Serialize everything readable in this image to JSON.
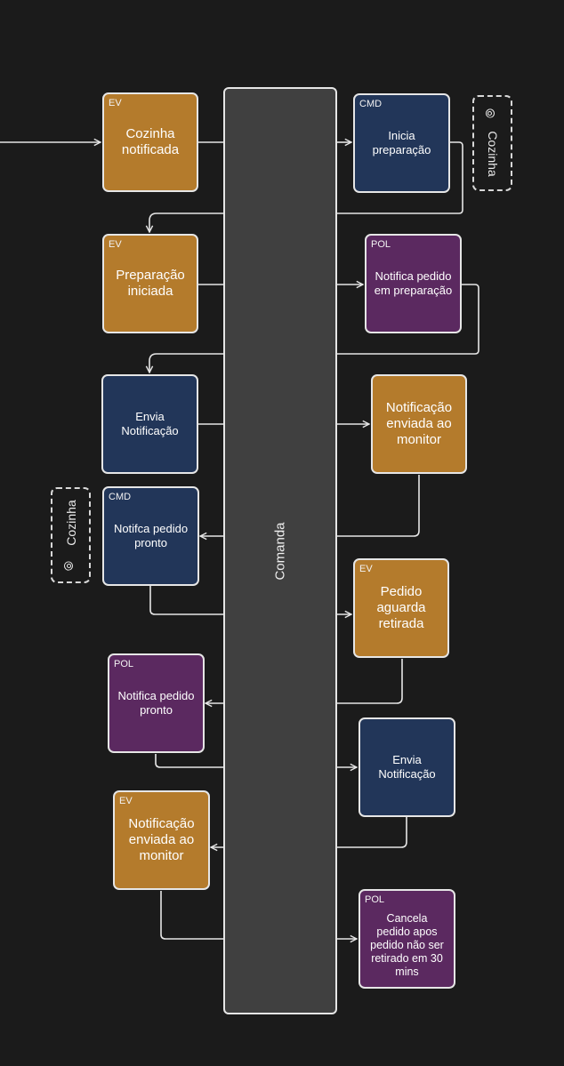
{
  "aggregate": {
    "label": "Comanda"
  },
  "actors": [
    {
      "label": "Cozinha",
      "icon": "person-icon"
    },
    {
      "label": "Cozinha",
      "icon": "person-icon"
    }
  ],
  "cards": [
    {
      "kind": "EV",
      "tag": "EV",
      "text": "Cozinha\nnotificada"
    },
    {
      "kind": "CMD",
      "tag": "CMD",
      "text": "Inicia\npreparação"
    },
    {
      "kind": "EV",
      "tag": "EV",
      "text": "Preparação\niniciada"
    },
    {
      "kind": "POL",
      "tag": "POL",
      "text": "Notifica pedido\nem preparação"
    },
    {
      "kind": "CMD",
      "tag": "",
      "text": "Envia\nNotificação"
    },
    {
      "kind": "EV",
      "tag": "",
      "text": "Notificação\nenviada ao\nmonitor"
    },
    {
      "kind": "CMD",
      "tag": "CMD",
      "text": "Notifca pedido\npronto"
    },
    {
      "kind": "EV",
      "tag": "EV",
      "text": "Pedido\naguarda\nretirada"
    },
    {
      "kind": "POL",
      "tag": "POL",
      "text": "Notifica pedido\npronto"
    },
    {
      "kind": "CMD",
      "tag": "",
      "text": "Envia\nNotificação"
    },
    {
      "kind": "EV",
      "tag": "EV",
      "text": "Notificação\nenviada ao\nmonitor"
    },
    {
      "kind": "POL",
      "tag": "POL",
      "text": "Cancela\npedido apos\npedido não ser\nretirado em 30\nmins"
    }
  ],
  "colors": {
    "ev": "#b47b2c",
    "cmd": "#223659",
    "pol": "#5b2960",
    "aggregate": "#404040",
    "background": "#1b1b1b",
    "stroke": "#e6e6e6"
  }
}
